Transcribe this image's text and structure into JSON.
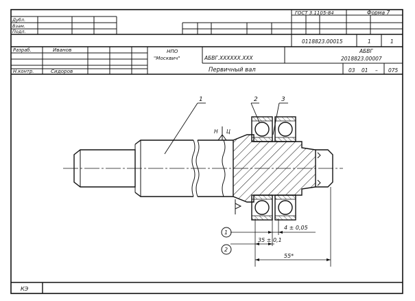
{
  "header": {
    "standard": "ГОСТ 3.1105-84",
    "form": "Форма 7"
  },
  "side_labels": [
    "Дубл.",
    "Взам.",
    "Подл."
  ],
  "title_block": {
    "doc_code": "0118823.00015",
    "sheet": "1",
    "sheets": "1",
    "developed_label": "Разраб.",
    "developer": "Иванов",
    "org_line1": "НПО",
    "org_line2": "\"Москвич\"",
    "doc_designation": "АБВГ.XXXXXX.XXX",
    "part_code_line1": "АБВГ",
    "part_code_line2": "2018823.00007",
    "control_label": "Н.контр.",
    "controller": "Сидоров",
    "part_name": "Первичный вал",
    "op_a": "03",
    "op_b": "01",
    "op_dash": "–",
    "op_num": "075"
  },
  "drawing": {
    "callouts": [
      "1",
      "2",
      "3"
    ],
    "base_labels": [
      "Н",
      "Ц"
    ],
    "dimensions": [
      {
        "marker": "1",
        "text": "4 ± 0,05"
      },
      {
        "marker": "2",
        "text": "35 ± 0,1"
      },
      {
        "marker": "",
        "text": "55*"
      }
    ]
  },
  "footer": {
    "label": "КЭ"
  }
}
